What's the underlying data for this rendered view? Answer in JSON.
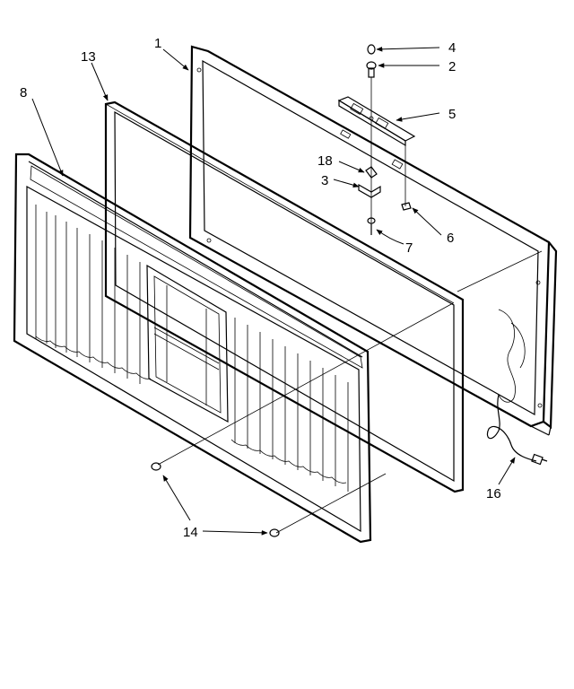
{
  "callouts": {
    "c1": "1",
    "c2": "2",
    "c3": "3",
    "c4": "4",
    "c5": "5",
    "c6": "6",
    "c7": "7",
    "c8": "8",
    "c13": "13",
    "c14": "14",
    "c16": "16",
    "c18": "18"
  }
}
